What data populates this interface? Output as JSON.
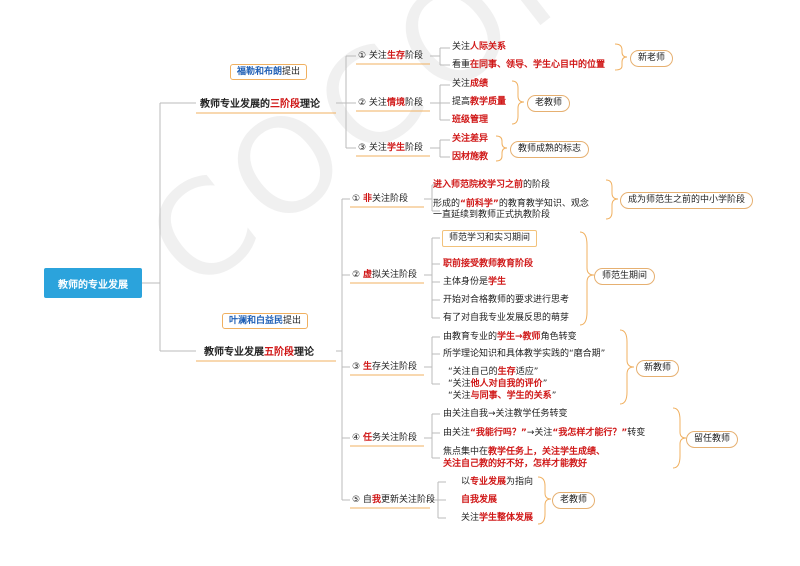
{
  "root": "教师的专业发展",
  "three": {
    "source": "福勒和布朗",
    "source_suffix": "提出",
    "title_pre": "教师专业发展的",
    "title_red": "三阶段",
    "title_post": "理论",
    "s1": {
      "pre": "① 关注",
      "red": "生存",
      "post": "阶段"
    },
    "s1a": {
      "pre": "关注",
      "red": "人际关系"
    },
    "s1b": {
      "pre": "看重",
      "red": "在同事、领导、学生心目中的位置"
    },
    "s1tag": "新老师",
    "s2": {
      "pre": "② 关注",
      "red": "情境",
      "post": "阶段"
    },
    "s2a": {
      "pre": "关注",
      "red": "成绩"
    },
    "s2b": {
      "pre": "提高",
      "red": "教学质量"
    },
    "s2c": "班级管理",
    "s2tag": "老教师",
    "s3": {
      "pre": "③ 关注",
      "red": "学生",
      "post": "阶段"
    },
    "s3a": "关注差异",
    "s3b": "因材施教",
    "s3tag": "教师成熟的标志"
  },
  "five": {
    "source": "叶澜和白益民",
    "source_suffix": "提出",
    "title_pre": "教师专业发展",
    "title_red": "五阶段",
    "title_post": "理论",
    "p1": {
      "pre": "① ",
      "red": "非",
      "post": "关注阶段"
    },
    "p1a": {
      "red": "进入师范院校学习之前",
      "post": "的阶段"
    },
    "p1b1": {
      "pre": "形成的",
      "red": "“前科学”",
      "post": "的教育教学知识、观念"
    },
    "p1b2": "一直延续到教师正式执教阶段",
    "p1tag": "成为师范生之前的中小学阶段",
    "p2": {
      "pre": "② ",
      "red": "虚",
      "post": "拟关注阶段"
    },
    "p2a": "师范学习和实习期间",
    "p2b": "职前接受教师教育阶段",
    "p2c": {
      "pre": "主体身份是",
      "red": "学生"
    },
    "p2d": "开始对合格教师的要求进行思考",
    "p2e": "有了对自我专业发展反思的萌芽",
    "p2tag": "师范生期间",
    "p3": {
      "pre": "③ ",
      "red": "生",
      "post": "存关注阶段"
    },
    "p3a": {
      "pre": "由教育专业的",
      "red": "学生→教师",
      "post": "角色转变"
    },
    "p3b": "所学理论知识和具体教学实践的“磨合期”",
    "p3c1": {
      "pre": "“关注自己的",
      "red": "生存",
      "post": "适应”"
    },
    "p3c2": {
      "pre": "“关注",
      "red": "他人对自我的评价",
      "post": "”"
    },
    "p3c3": {
      "pre": "“关注",
      "red": "与同事、学生的关系",
      "post": "”"
    },
    "p3tag": "新教师",
    "p4": {
      "pre": "④ ",
      "red": "任",
      "post": "务关注阶段"
    },
    "p4a": "由关注自我→关注教学任务转变",
    "p4b": {
      "pre": "由关注",
      "red1": "“我能行吗？”",
      "mid": "→关注",
      "red2": "“我怎样才能行？”",
      "post": "转变"
    },
    "p4c1": {
      "pre": "焦点集中在",
      "red": "教学任务上，关注学生成绩、"
    },
    "p4c2": "关注自己教的好不好，怎样才能教好",
    "p4tag": "留任教师",
    "p5": {
      "pre": "⑤ 自",
      "red": "我",
      "post": "更新关注阶段"
    },
    "p5a": {
      "pre": "以",
      "red": "专业发展",
      "post": "为指向"
    },
    "p5b": "自我发展",
    "p5c": {
      "pre": "关注",
      "red": "学生整体发展"
    },
    "p5tag": "老教师"
  },
  "watermark": "COCOPORIS"
}
